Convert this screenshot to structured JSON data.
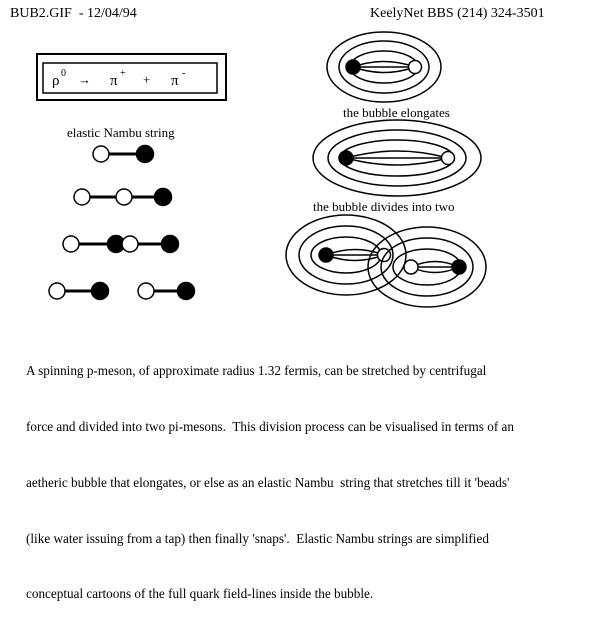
{
  "header": {
    "filename": "BUB2.GIF  - 12/04/94",
    "bbs": "KeelyNet BBS (214) 324-3501"
  },
  "decay_box": {
    "rho": "ρ",
    "rho_sup": "0",
    "arrow": "→",
    "pi1": "π",
    "pi1_sup": "+",
    "plus": "+",
    "pi2": "π",
    "pi2_sup": "-"
  },
  "labels": {
    "nambu_string": "elastic Nambu string",
    "elongates": "the bubble elongates",
    "divides": "the bubble divides into two"
  },
  "caption_lines": [
    "A spinning p-meson, of approximate radius 1.32 fermis, can be stretched by centrifugal",
    "force and divided into two pi-mesons.  This division process can be visualised in terms of an",
    "aetheric bubble that elongates, or else as an elastic Nambu  string that stretches till it 'beads'",
    "(like water issuing from a tap) then finally 'snaps'.  Elastic Nambu strings are simplified",
    "conceptual cartoons of the full quark field-lines inside the bubble."
  ]
}
